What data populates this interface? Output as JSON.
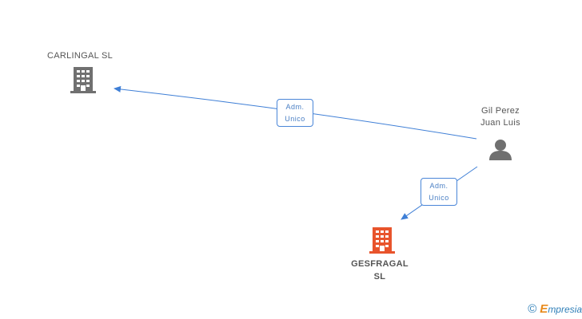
{
  "nodes": {
    "carlingal": {
      "label": "CARLINGAL SL",
      "icon": "building-icon",
      "color": "#707070"
    },
    "gil_perez": {
      "label_line1": "Gil Perez",
      "label_line2": "Juan Luis",
      "icon": "person-icon",
      "color": "#707070"
    },
    "gesfragal": {
      "label_line1": "GESFRAGAL",
      "label_line2": "SL",
      "icon": "building-icon",
      "color": "#e8542c"
    }
  },
  "edges": [
    {
      "from": "Gil Perez Juan Luis",
      "to": "CARLINGAL SL",
      "label_line1": "Adm.",
      "label_line2": "Unico"
    },
    {
      "from": "Gil Perez Juan Luis",
      "to": "GESFRAGAL SL",
      "label_line1": "Adm.",
      "label_line2": "Unico"
    }
  ],
  "colors": {
    "edge": "#3f7fd6"
  },
  "footer": {
    "copyright": "©",
    "brand_first": "E",
    "brand_rest": "mpresia"
  }
}
